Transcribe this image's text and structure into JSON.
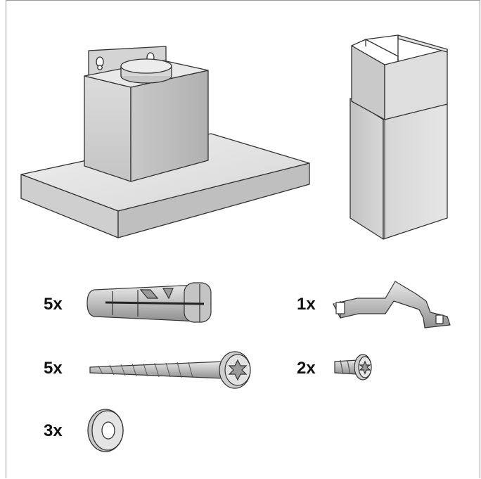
{
  "parts": {
    "hood": {
      "icon": "range-hood-icon"
    },
    "chimney": {
      "icon": "chimney-duct-icon"
    },
    "wall_plug": {
      "qty": "5x",
      "icon": "wall-plug-icon"
    },
    "bracket": {
      "qty": "1x",
      "icon": "mounting-bracket-icon"
    },
    "long_screw": {
      "qty": "5x",
      "icon": "long-screw-icon"
    },
    "short_screw": {
      "qty": "2x",
      "icon": "short-screw-icon"
    },
    "washer": {
      "qty": "3x",
      "icon": "washer-icon"
    }
  },
  "colors": {
    "steel_light": "#e6e6e6",
    "steel_mid": "#cfcfcf",
    "steel_dark": "#b3b3b3",
    "outline": "#333333"
  }
}
